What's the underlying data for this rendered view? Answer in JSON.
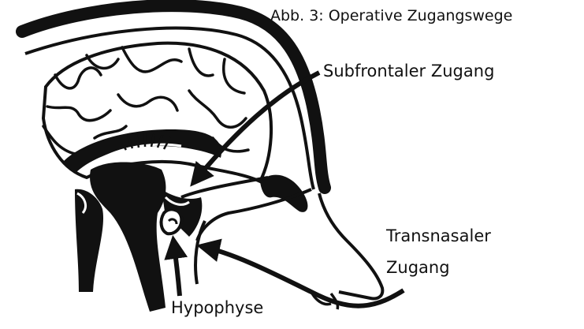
{
  "figure": {
    "caption": "Abb. 3: Operative Zugangswege",
    "labels": {
      "subfrontal": "Subfrontaler Zugang",
      "transnasal_line1": "Transnasaler",
      "transnasal_line2": "Zugang",
      "hypophyse": "Hypophyse"
    }
  },
  "colors": {
    "ink": "#111111",
    "background": "#ffffff"
  }
}
